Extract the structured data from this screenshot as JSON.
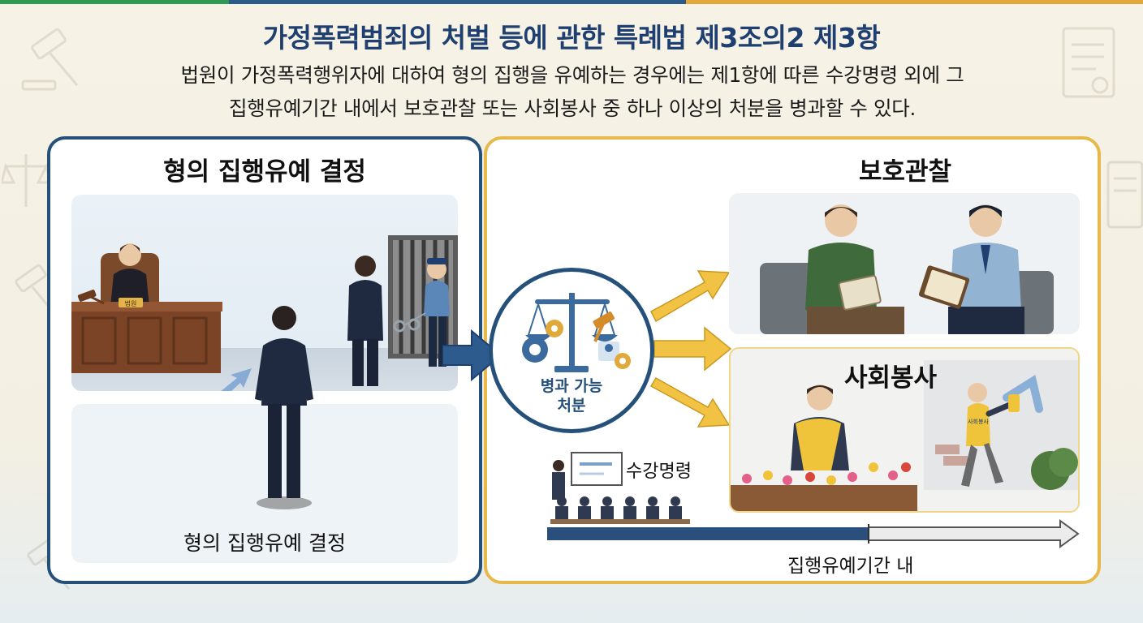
{
  "colors": {
    "navy": "#24507a",
    "title": "#1f3f70",
    "gold": "#e7b84a",
    "arrow_gold": "#f1c243",
    "topbar": [
      "#2f9a55",
      "#2c5a8a",
      "#2c5a8a",
      "#e2a93a",
      "#e2a93a"
    ]
  },
  "header": {
    "title": "가정폭력범죄의 처벌 등에 관한 특례법 제3조의2 제3항",
    "text_line1": "법원이 가정폭력행위자에 대하여 형의 집행을 유예하는 경우에는 제1항에 따른 수강명령 외에 그",
    "text_line2": "집행유예기간 내에서 보호관찰 또는 사회봉사 중 하나 이상의 처분을 병과할 수 있다."
  },
  "left_panel": {
    "heading": "형의 집행유예 결정",
    "caption": "형의 집행유예 결정",
    "plate_text": "법원"
  },
  "center": {
    "line1": "병과 가능",
    "line2": "처분"
  },
  "right_panel": {
    "probation_heading": "보호관찰",
    "service_heading": "사회봉사",
    "course_label": "수강명령",
    "vest_text": "사회봉사",
    "timeline_label": "집행유예기간 내"
  },
  "icons": [
    "gavel-icon",
    "scales-icon",
    "gear-icon",
    "document-icon",
    "handcuffs-icon",
    "arrow-icon"
  ]
}
